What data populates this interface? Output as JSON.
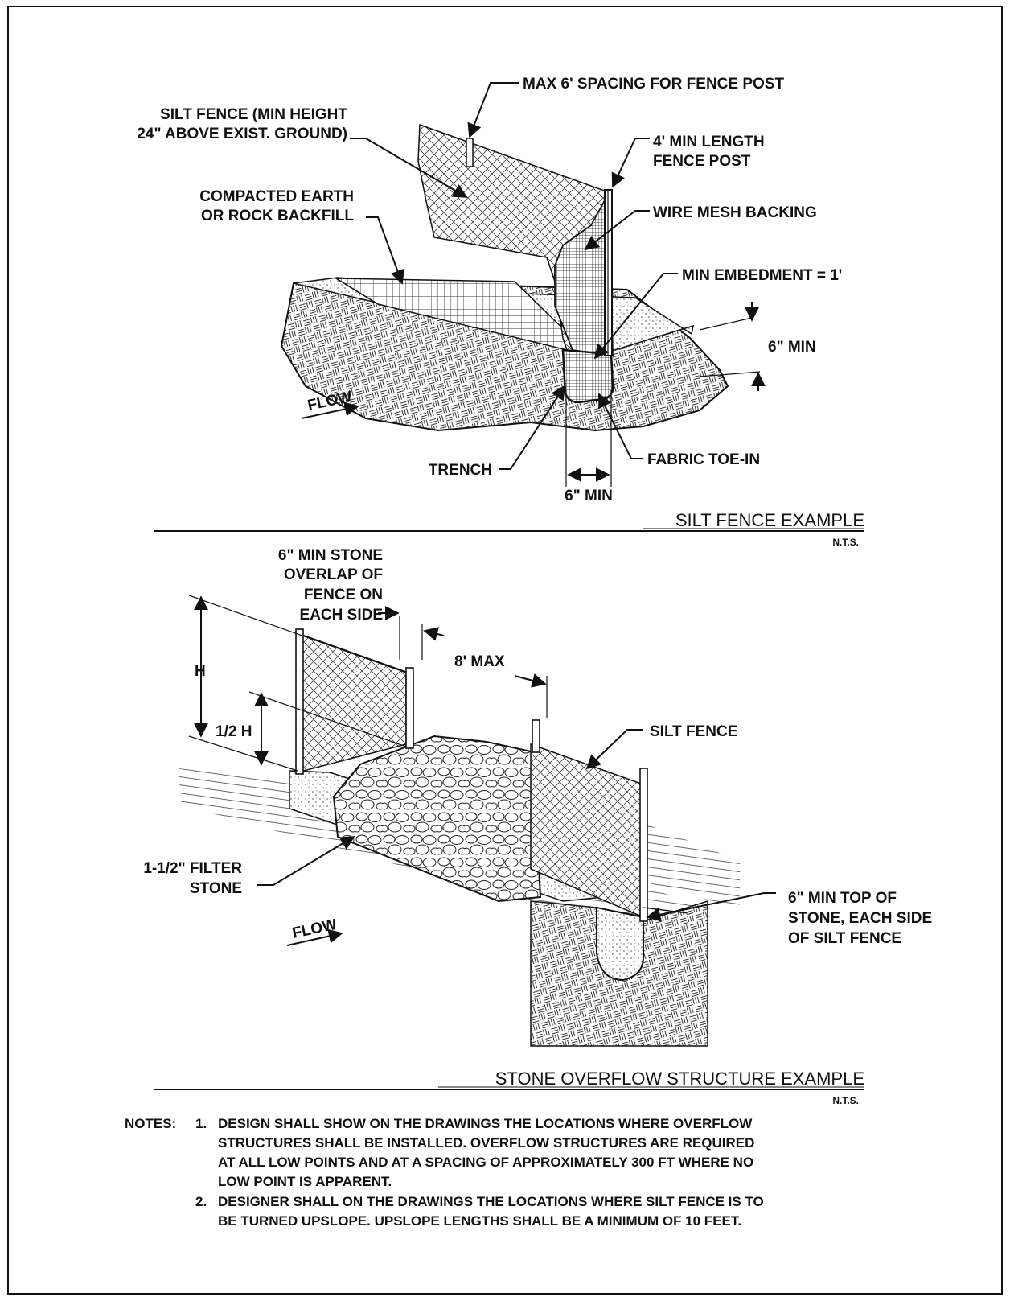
{
  "silt_fence_example": {
    "title": "SILT FENCE EXAMPLE",
    "scale": "N.T.S.",
    "labels": {
      "post_spacing": "MAX 6' SPACING FOR FENCE POST",
      "silt_fence": [
        "SILT FENCE (MIN HEIGHT",
        "24\" ABOVE EXIST. GROUND)"
      ],
      "post_length": [
        "4' MIN LENGTH",
        "FENCE POST"
      ],
      "backfill": [
        "COMPACTED EARTH",
        "OR ROCK BACKFILL"
      ],
      "wire_mesh": "WIRE MESH BACKING",
      "embedment": "MIN EMBEDMENT = 1'",
      "depth": "6\" MIN",
      "flow": "FLOW",
      "trench": "TRENCH",
      "toe_in": "FABRIC TOE-IN",
      "trench_width": "6\" MIN"
    }
  },
  "stone_overflow_example": {
    "title": "STONE OVERFLOW STRUCTURE EXAMPLE",
    "scale": "N.T.S.",
    "labels": {
      "overlap": [
        "6\" MIN STONE",
        "OVERLAP OF",
        "FENCE ON",
        "EACH SIDE"
      ],
      "spacing": "8' MAX",
      "height_full": "H",
      "height_half": "1/2 H",
      "silt_fence": "SILT FENCE",
      "filter_stone": [
        "1-1/2\" FILTER",
        "STONE"
      ],
      "flow": "FLOW",
      "top_of_stone": [
        "6\" MIN TOP OF",
        "STONE, EACH SIDE",
        "OF SILT FENCE"
      ]
    }
  },
  "notes": {
    "heading": "NOTES:",
    "items": [
      {
        "num": "1.",
        "lines": [
          "DESIGN SHALL SHOW ON THE DRAWINGS THE LOCATIONS WHERE OVERFLOW",
          "STRUCTURES SHALL BE INSTALLED.  OVERFLOW STRUCTURES ARE REQUIRED",
          "AT ALL LOW POINTS AND AT A SPACING OF APPROXIMATELY 300 FT WHERE NO",
          "LOW POINT IS APPARENT."
        ]
      },
      {
        "num": "2.",
        "lines": [
          "DESIGNER SHALL ON THE DRAWINGS THE LOCATIONS WHERE SILT FENCE IS TO",
          "BE TURNED UPSLOPE.  UPSLOPE LENGTHS SHALL BE A MINIMUM OF 10 FEET."
        ]
      }
    ]
  }
}
